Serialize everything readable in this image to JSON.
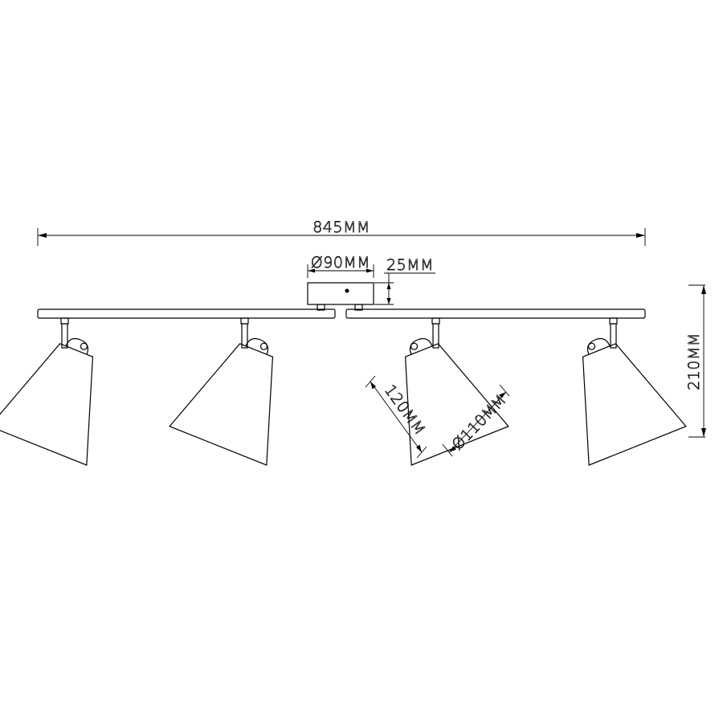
{
  "dimensions": {
    "overall_length": "845MM",
    "canopy_diameter": "Ø90MM",
    "canopy_height": "25MM",
    "overall_height": "210MM",
    "shade_length": "120MM",
    "shade_diameter": "Ø110MM"
  },
  "colors": {
    "line": "#000000",
    "background": "#ffffff"
  }
}
